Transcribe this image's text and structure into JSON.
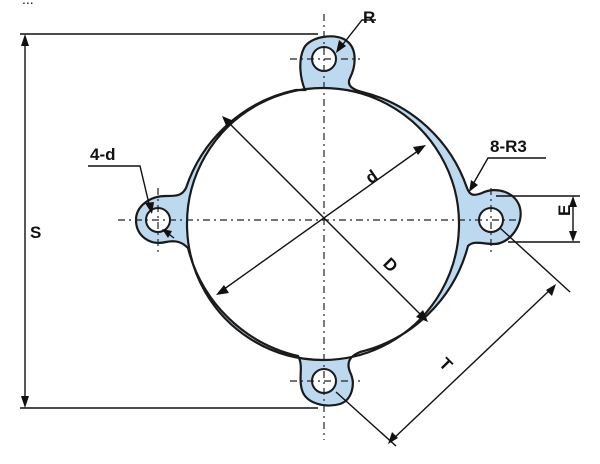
{
  "header_text": "...",
  "labels": {
    "R": "R",
    "four_d": "4-d",
    "eight_r3": "8-R3",
    "d": "d",
    "D": "D",
    "E": "E",
    "S": "S",
    "T": "T"
  },
  "colors": {
    "flange_fill": "#bcd9ef",
    "outline": "#1a1a1a"
  }
}
